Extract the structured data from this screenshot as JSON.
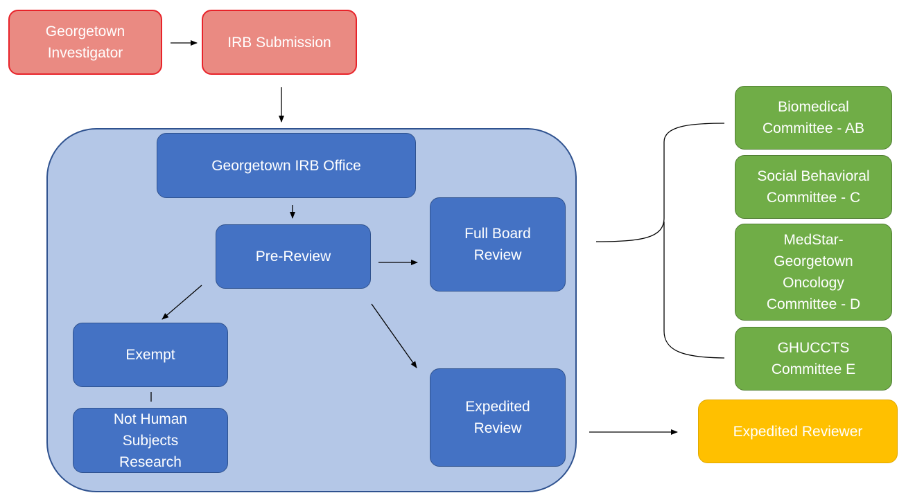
{
  "diagram": {
    "nodes": {
      "investigator": "Georgetown\nInvestigator",
      "irb_submission": "IRB Submission",
      "irb_office": "Georgetown IRB Office",
      "pre_review": "Pre-Review",
      "full_board": "Full Board\nReview",
      "exempt": "Exempt",
      "not_human": "Not Human\nSubjects\nResearch",
      "expedited_review": "Expedited\nReview",
      "biomedical": "Biomedical\nCommittee - AB",
      "social_behavioral": "Social Behavioral\nCommittee - C",
      "medstar": "MedStar-\nGeorgetown\nOncology\nCommittee - D",
      "ghuccts": "GHUCCTS\nCommittee E",
      "expedited_reviewer": "Expedited Reviewer"
    },
    "colors": {
      "red_fill": "#ea8a82",
      "red_border": "#e8232a",
      "blue_fill": "#4472c4",
      "container_fill": "#b4c7e7",
      "green_fill": "#70ad47",
      "gold_fill": "#ffc000"
    }
  }
}
